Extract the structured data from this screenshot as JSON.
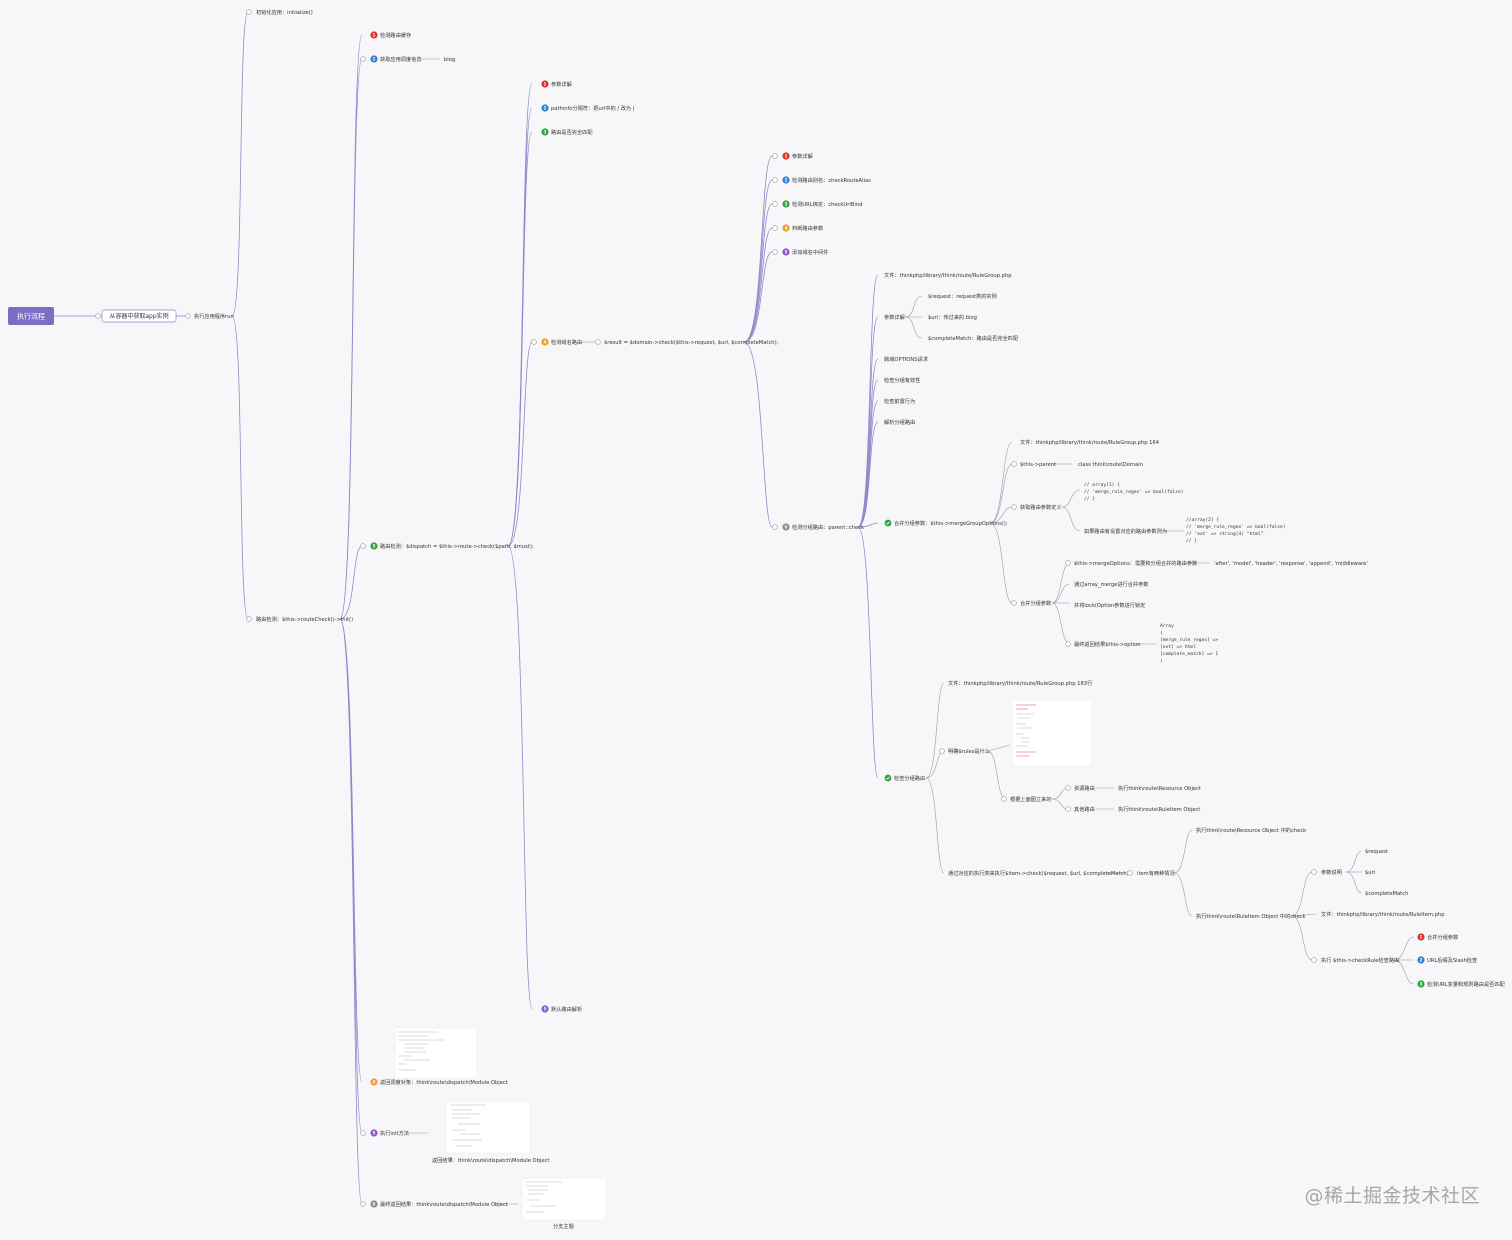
{
  "root": {
    "label": "执行流程"
  },
  "main": {
    "label": "从容器中获取app实例"
  },
  "run": {
    "label": "执行应用程序run"
  },
  "level1": [
    {
      "id": "init",
      "label": "初始化应用：initialize()"
    },
    {
      "id": "route_check",
      "label": "路由检测：$this->routeCheck()->init()"
    }
  ],
  "route_steps": [
    {
      "num": "1",
      "color": "#e0302b",
      "label": "检测路由缓存"
    },
    {
      "num": "2",
      "color": "#2f7fd6",
      "label": "获取应用调度信息",
      "note": "blog"
    },
    {
      "num": "3",
      "color": "#2aa63c",
      "label": "路由检测：$dispatch = $this->route->check($path, $must);"
    },
    {
      "num": "4",
      "color": "#f39b1c",
      "label": "返回调度对象：think\\route\\dispatch\\Module Object"
    },
    {
      "num": "5",
      "color": "#8a55c9",
      "label": "执行init方法",
      "note": "返回结果：think\\route\\dispatch\\Module Object"
    },
    {
      "num": "6",
      "color": "#8c8c8c",
      "label": "最终返回结果：think\\route\\dispatch\\Module Object",
      "note": "分支主题"
    }
  ],
  "check_steps": [
    {
      "num": "1",
      "color": "#e0302b",
      "label": "参数详解"
    },
    {
      "num": "2",
      "color": "#2f7fd6",
      "label": "pathinfo分隔符：把url中的 / 改为 |"
    },
    {
      "num": "3",
      "color": "#2aa63c",
      "label": "路由是否完全匹配"
    },
    {
      "num": "4",
      "color": "#f39b1c",
      "label": "检测域名路由",
      "note": "$result = $domain->check($this->request, $url, $completeMatch);"
    },
    {
      "num": "5",
      "color": "#8a55c9",
      "label": "默认路由解析"
    }
  ],
  "domain_steps": [
    {
      "num": "1",
      "color": "#e0302b",
      "label": "参数详解"
    },
    {
      "num": "2",
      "color": "#2f7fd6",
      "label": "检测路由别名：checkRouteAlias"
    },
    {
      "num": "3",
      "color": "#2aa63c",
      "label": "检测URL绑定：checkUrlBind"
    },
    {
      "num": "4",
      "color": "#f39b1c",
      "label": "判断路由参数"
    },
    {
      "num": "5",
      "color": "#8a55c9",
      "label": "添加域名中间件"
    },
    {
      "num": "6",
      "color": "#8c8c8c",
      "label": "检测分组路由：parent::check"
    }
  ],
  "group": {
    "file": "文件：thinkphp/library/think/route/RuleGroup.php",
    "params_label": "参数详解",
    "params": [
      "$request：request类的实例",
      "$url：传过来的 blog",
      "$completeMatch：路由是否完全匹配"
    ],
    "steps": [
      "跨域OPTIONS请求",
      "检查分组有效性",
      "检查前置行为",
      "解析分组路由"
    ],
    "merge": {
      "label": "合并分组参数：$this->mergeGroupOptions();",
      "file": "文件：thinkphp/library/think/route/RuleGroup.php 164",
      "parent": "$this->parent",
      "parent_val": "class think\\route\\Domain",
      "get_params": "获取路由参数定义",
      "arr1": [
        "// array(1) {",
        "// 'merge_rule_regex' => bool(false)",
        "// }"
      ],
      "if_set": "如果路由有设置对应的路由参数则为",
      "arr2": [
        "//array(2) {",
        "// 'merge_rule_regex' => bool(false)",
        "// 'ext' => string(4) \"html\"",
        "// }"
      ],
      "merge_options": "$this->mergeOptions：需要和分组合并的路由参数",
      "merge_options_val": "'after', 'model', 'header', 'response', 'append', 'middleware'",
      "merge_group": "合并分组参数",
      "array_merge": "通过array_merge进行合并参数",
      "lock": "并将lock(Option参数进行锁定",
      "final": "最终返回结果$this->option",
      "final_val": [
        "Array",
        "(",
        "[merge_rule_regex] =>",
        "[ext] => html",
        "[complete_match] => 1",
        ")"
      ]
    },
    "route": {
      "label": "检查分组路由",
      "file": "文件：thinkphp/library/think/route/RuleGroup.php 183行",
      "rules": "明确$rules是什么",
      "by_above": "根据上面图立来的",
      "res_route": "资源路由",
      "res_route_val": "执行think\\route\\Resource Object",
      "other_route": "其他路由",
      "other_route_val": "执行think\\route\\RuleItem Object",
      "item_check": "通过对应的执行类来执行$item->check($request, $url, $completeMatch);",
      "item_cases": "item有两种情况",
      "res_check": "执行think\\route\\Resource Object 中的check",
      "ruleitem_check": "执行think\\route\\RuleItem Object 中的check",
      "param_desc": "参数说明",
      "params": [
        "$request",
        "$url",
        "$completeMatch"
      ],
      "ruleitem_file": "文件：thinkphp/library/think/route/RuleItem.php",
      "check_rule": "执行 $this->checkRule检查路由",
      "check_rule_steps": [
        {
          "num": "1",
          "color": "#e0302b",
          "label": "合并分组参数"
        },
        {
          "num": "2",
          "color": "#2f7fd6",
          "label": "URL后缀及Slash检查"
        },
        {
          "num": "3",
          "color": "#2aa63c",
          "label": "检测URL变量和规则路由是否匹配"
        }
      ]
    }
  },
  "watermark": "@稀土掘金技术社区"
}
